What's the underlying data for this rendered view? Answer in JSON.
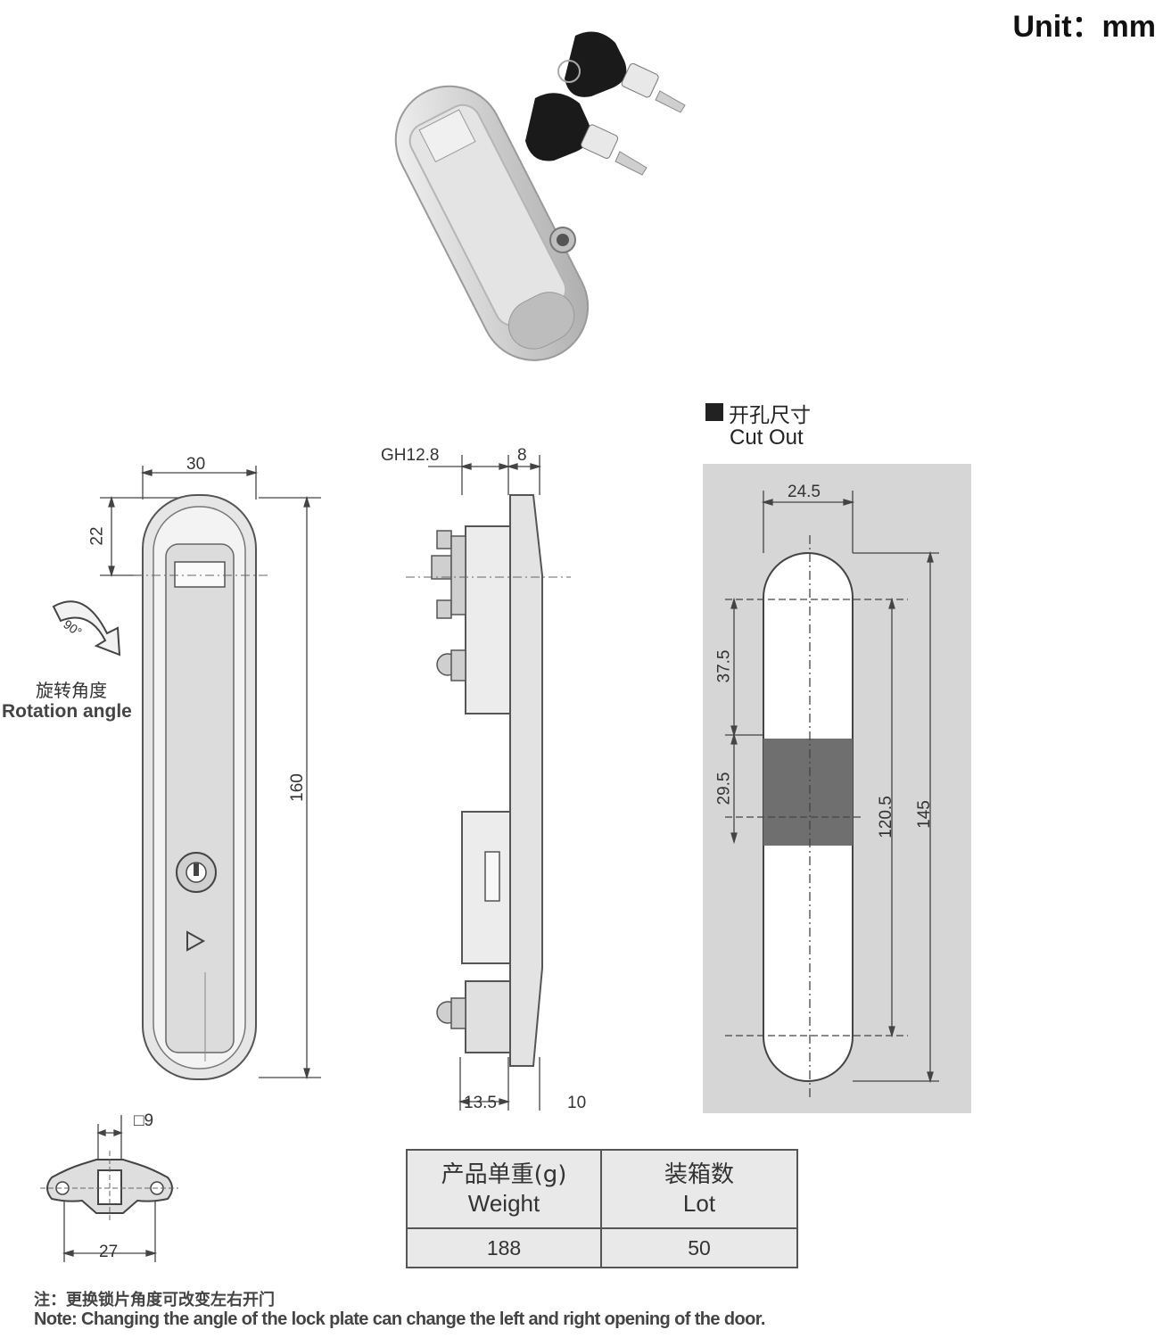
{
  "unit_label": "Unit：mm",
  "front_view": {
    "width_dim": "30",
    "top_offset_dim": "22",
    "height_dim": "160",
    "rotation_angle": "90°",
    "rotation_label_cn": "旋转角度",
    "rotation_label_en": "Rotation angle"
  },
  "side_view": {
    "thread_dim": "GH12.8",
    "plate_dim": "8",
    "bottom_dim_left": "13.5",
    "bottom_dim_right": "10"
  },
  "cutout": {
    "title_cn": "开孔尺寸",
    "title_en": "Cut Out",
    "width_dim": "24.5",
    "dim_upper": "37.5",
    "dim_square": "29.5",
    "dim_hole_span": "120.5",
    "dim_total": "145"
  },
  "lock_plate": {
    "square_dim": "□9",
    "width_dim": "27"
  },
  "spec_table": {
    "weight_header_cn": "产品单重(g)",
    "weight_header_en": "Weight",
    "lot_header_cn": "装箱数",
    "lot_header_en": "Lot",
    "weight_value": "188",
    "lot_value": "50"
  },
  "notes": {
    "cn": "注：更换锁片角度可改变左右开门",
    "en": "Note: Changing the angle of the lock plate can change the left and right opening of the door."
  },
  "colors": {
    "metal": "#d9d9d9",
    "cutout_panel": "#d6d6d6",
    "cutout_square": "#6f6f6f",
    "key_black": "#1a1a1a"
  }
}
